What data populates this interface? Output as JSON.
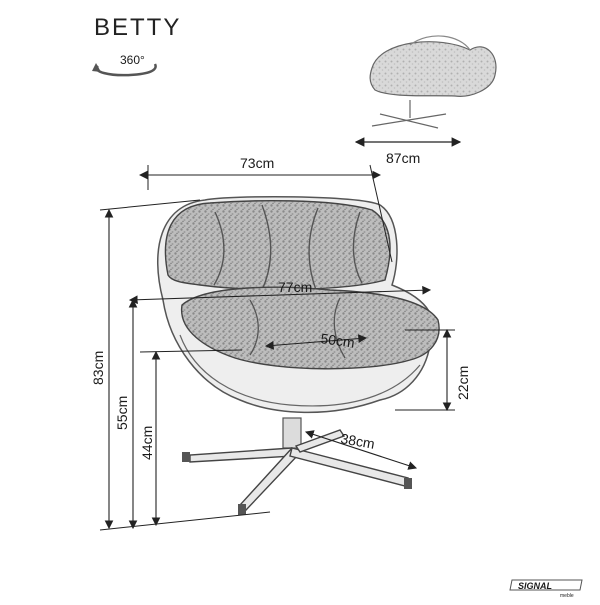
{
  "product": {
    "name": "BETTY",
    "rotation_label": "360°",
    "rotation_icon": "rotate-360-icon"
  },
  "dimensions": {
    "total_width": "73cm",
    "thumbnail_width": "87cm",
    "inner_width": "77cm",
    "seat_depth": "50cm",
    "armrest_height": "22cm",
    "total_height": "83cm",
    "back_height": "55cm",
    "seat_height": "44cm",
    "base_radius": "38cm"
  },
  "brand": {
    "name": "SIGNAL",
    "tagline": "meble"
  },
  "colors": {
    "line": "#222222",
    "sketch": "#555555",
    "fabric": "#777777"
  }
}
